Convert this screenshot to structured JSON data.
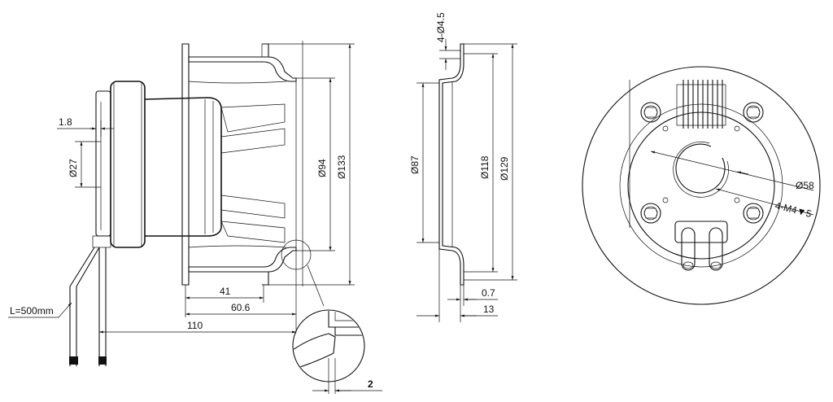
{
  "side_view": {
    "thickness_label": "1.8",
    "shaft_diameter_label": "Ø27",
    "lead_length_label": "L=500mm",
    "inner_diameter_label": "Ø94",
    "outer_diameter_label": "Ø133",
    "depth_41_label": "41",
    "depth_60_label": "60.6",
    "length_110_label": "110",
    "detail_gap_label": "2"
  },
  "inlet_ring_view": {
    "holes_label": "4-Ø4.5",
    "inner_diameter_label": "Ø87",
    "diameter_118_label": "Ø118",
    "diameter_129_label": "Ø129",
    "thickness_label": "0.7",
    "depth_label": "13"
  },
  "rear_view": {
    "bolt_circle_label": "Ø58",
    "thread_label": "4-M4▼5"
  }
}
